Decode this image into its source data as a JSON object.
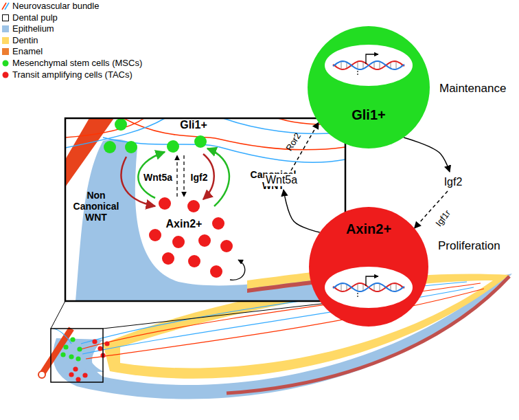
{
  "diagram": {
    "nodes": [
      {
        "text": [
          "Gli1+",
          "Maintenance"
        ]
      },
      {
        "text": [
          "Axin2+",
          "Proliferation"
        ]
      }
    ],
    "edges": [
      {
        "from": 0,
        "to": 1,
        "label": "Igf2",
        "arrow": "to"
      },
      {
        "from": 1,
        "to": 0,
        "label": "Wnt5a",
        "arrow": "to"
      }
    ],
    "labels": [
      "Gli1+",
      "Wnt5a",
      "Igf2",
      "Non Canonical WNT",
      "Canonical WNT",
      "Axin2+",
      "Ror2",
      "Igf1r"
    ],
    "legend": [
      {
        "text": "Neurovascular bundle"
      },
      {
        "text": "Dental pulp"
      },
      {
        "text": "Epithelium",
        "color": "#9dc3e6"
      },
      {
        "text": "Dentin",
        "color": "#ffd966"
      },
      {
        "text": "Enamel",
        "color": "#ed7d31"
      },
      {
        "text": "Mesenchymal stem cells (MSCs)"
      },
      {
        "text": "Transit amplifying cells (TACs)"
      }
    ]
  }
}
